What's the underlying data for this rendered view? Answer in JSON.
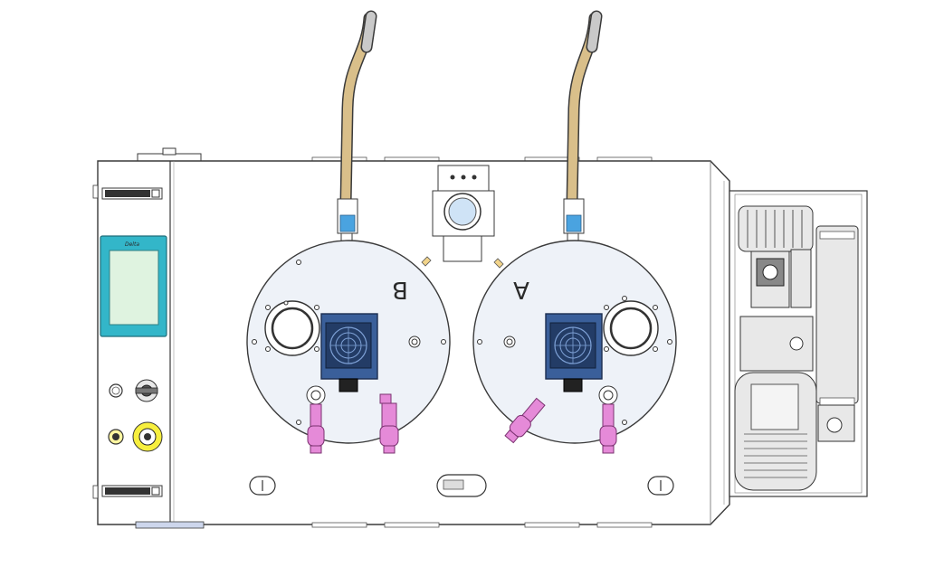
{
  "labels": {
    "tank_b": "B",
    "tank_a": "A",
    "hmi_brand": "Delta"
  },
  "colors": {
    "body_fill": "#ffffff",
    "outline": "#3a3a3a",
    "tank_fill": "#eef2f8",
    "hmi_frame": "#33b6c9",
    "hmi_screen": "#dff3e0",
    "hose": "#d9bf8a",
    "valve_blue": "#4aa3e0",
    "fitting_pink": "#e58ad8",
    "motor_blue": "#3a5f9a",
    "pump_gray": "#e8e8e8"
  },
  "icons": [
    "fan-icon",
    "knob-icon",
    "indicator-light-icon",
    "viewport-icon"
  ]
}
